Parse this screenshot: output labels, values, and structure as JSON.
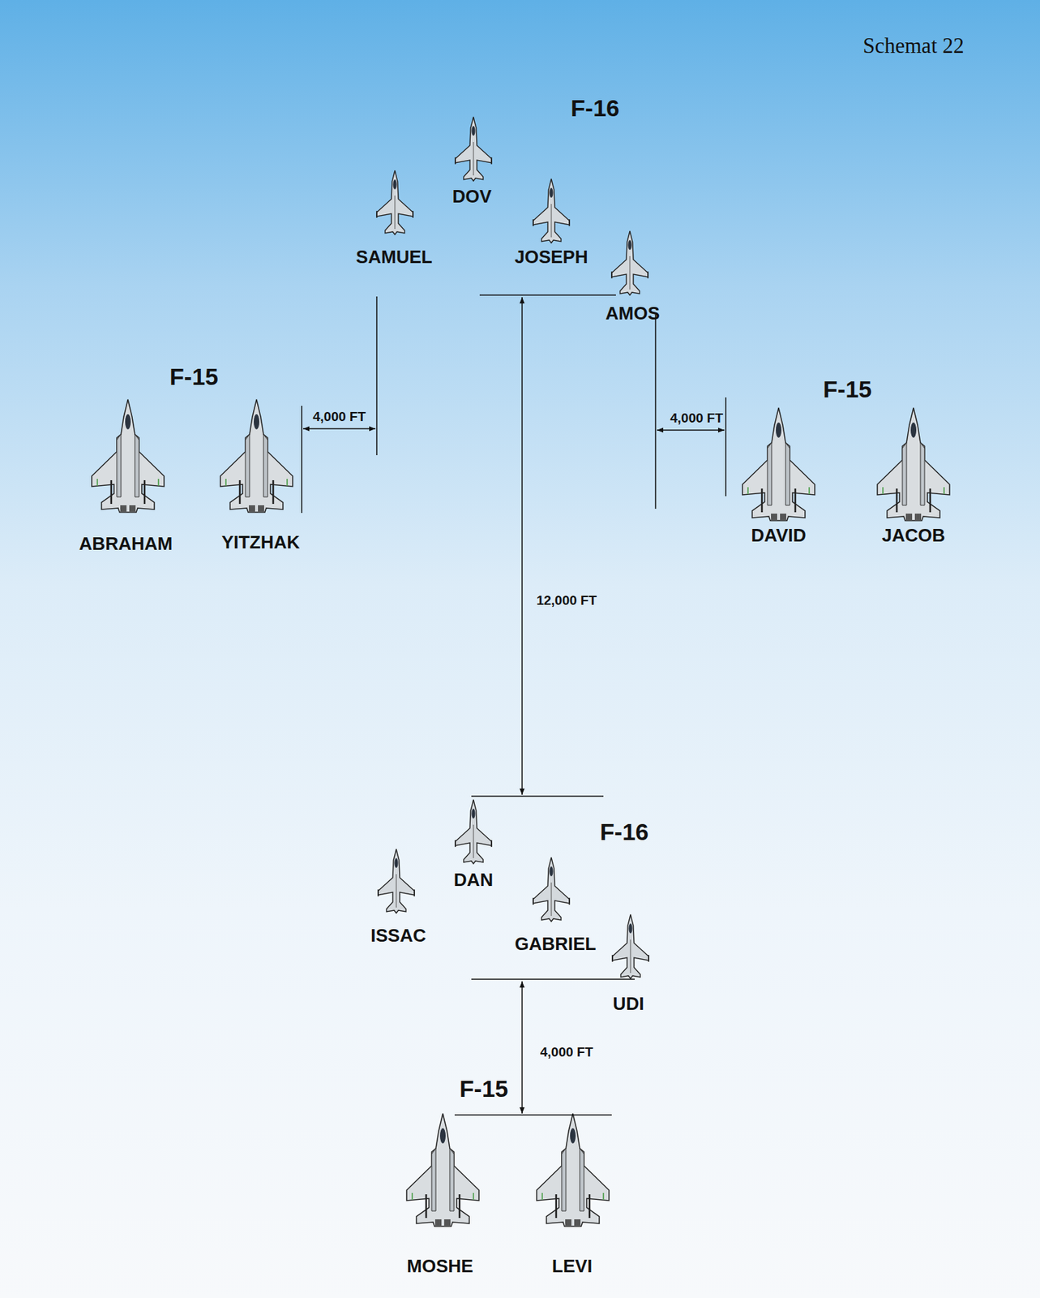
{
  "diagram": {
    "title": "Schemat 22",
    "labels": [
      "F-16",
      "DOV",
      "SAMUEL",
      "JOSEPH",
      "AMOS",
      "F-15",
      "F-15",
      "4,000 FT",
      "4,000 FT",
      "ABRAHAM",
      "YITZHAK",
      "DAVID",
      "JACOB",
      "12,000 FT",
      "F-16",
      "DAN",
      "ISSAC",
      "GABRIEL",
      "UDI",
      "4,000 FT",
      "F-15",
      "MOSHE",
      "LEVI"
    ]
  }
}
